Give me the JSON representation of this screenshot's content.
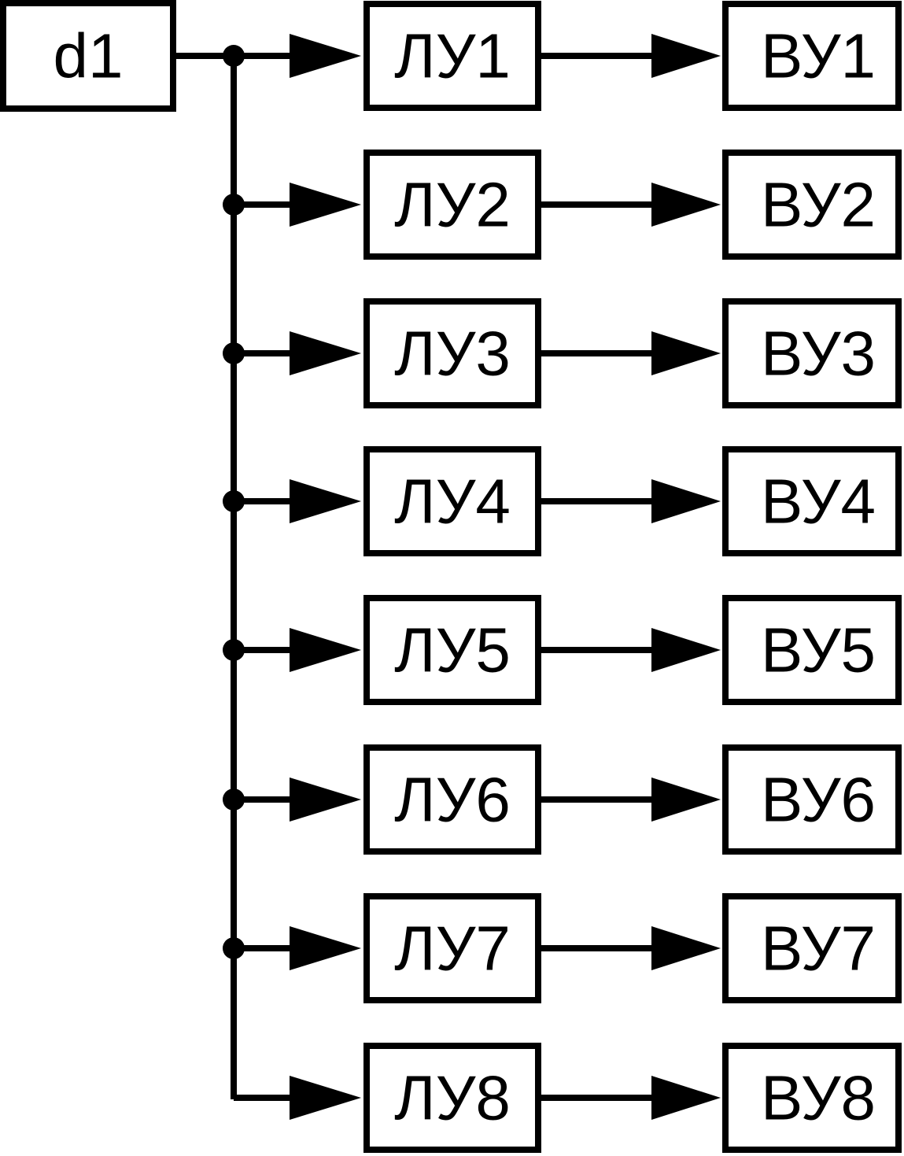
{
  "diagram": {
    "source": {
      "label": "d1"
    },
    "rows": [
      {
        "logic": "ЛУ1",
        "output": "ВУ1"
      },
      {
        "logic": "ЛУ2",
        "output": "ВУ2"
      },
      {
        "logic": "ЛУ3",
        "output": "ВУ3"
      },
      {
        "logic": "ЛУ4",
        "output": "ВУ4"
      },
      {
        "logic": "ЛУ5",
        "output": "ВУ5"
      },
      {
        "logic": "ЛУ6",
        "output": "ВУ6"
      },
      {
        "logic": "ЛУ7",
        "output": "ВУ7"
      },
      {
        "logic": "ЛУ8",
        "output": "ВУ8"
      }
    ],
    "colors": {
      "stroke": "#000000",
      "background": "#ffffff"
    }
  }
}
